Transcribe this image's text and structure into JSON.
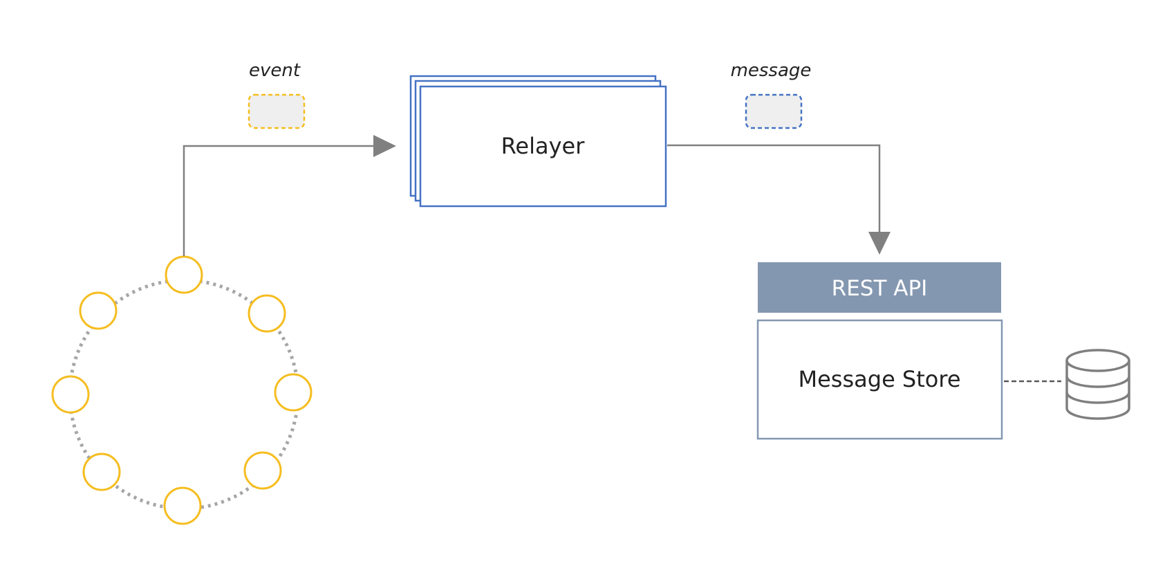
{
  "labels": {
    "event": "event",
    "message": "message",
    "relayer": "Relayer",
    "rest_api": "REST API",
    "message_store": "Message Store"
  },
  "colors": {
    "event_node": "#f5bd1f",
    "relayer_border": "#4472c4",
    "rest_api_fill": "#8497b0",
    "store_border": "#8497b0",
    "connector": "#808080",
    "token_fill": "#efefef",
    "database": "#7f7f7f"
  },
  "icons": {
    "database": "database-icon"
  }
}
